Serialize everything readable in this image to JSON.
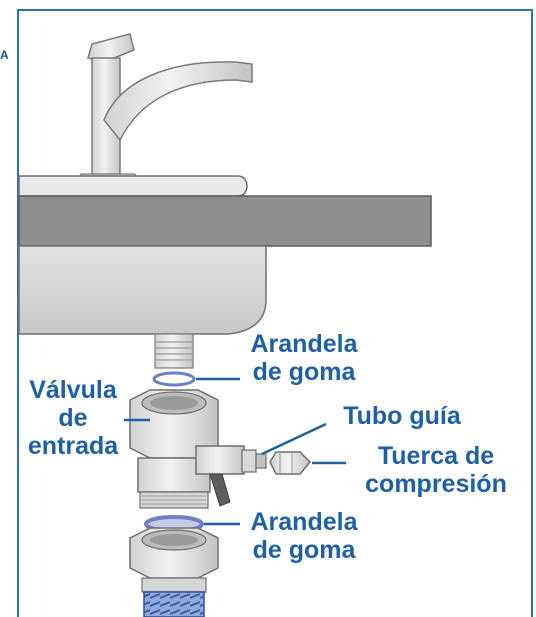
{
  "labels": {
    "washer_top_line1": "Arandela",
    "washer_top_line2": "de goma",
    "inlet_valve_line1": "Válvula",
    "inlet_valve_line2": "de",
    "inlet_valve_line3": "entrada",
    "guide_tube": "Tubo guía",
    "compression_nut_line1": "Tuerca de",
    "compression_nut_line2": "compresión",
    "washer_bottom_line1": "Arandela",
    "washer_bottom_line2": "de goma"
  },
  "colors": {
    "label_blue": "#1f5fa6",
    "frame_blue": "#2a6fb0",
    "metal_light": "#e6e6e6",
    "metal_mid": "#c9c9c9",
    "sink_dark": "#8c8c8c",
    "washer_blue": "#6f7fc4",
    "hose_blue": "#4a6fb5"
  }
}
